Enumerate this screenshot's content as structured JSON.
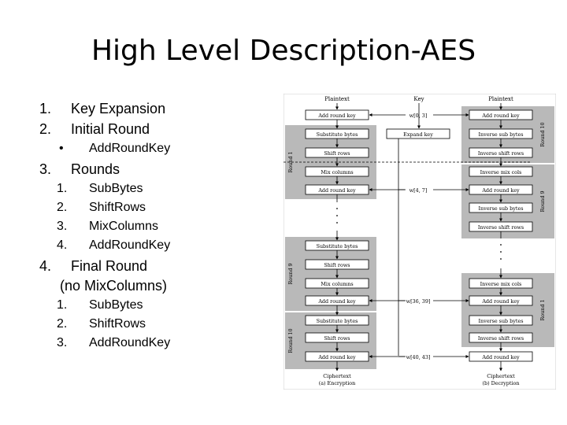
{
  "slide": {
    "title": "High Level Description-AES",
    "outline": [
      {
        "marker": "1.",
        "text": "Key Expansion",
        "level": 1
      },
      {
        "marker": "2.",
        "text": "Initial Round",
        "level": 1
      },
      {
        "marker": "•",
        "text": "AddRoundKey",
        "level": 2
      },
      {
        "marker": "3.",
        "text": "Rounds",
        "level": 1
      },
      {
        "marker": "1.",
        "text": "SubBytes",
        "level": 2
      },
      {
        "marker": "2.",
        "text": "ShiftRows",
        "level": 2
      },
      {
        "marker": "3.",
        "text": "MixColumns",
        "level": 2
      },
      {
        "marker": "4.",
        "text": "AddRoundKey",
        "level": 2
      },
      {
        "marker": "4.",
        "text": "Final Round",
        "level": 1
      },
      {
        "marker": "",
        "text": "(no MixColumns)",
        "level": 1
      },
      {
        "marker": "1.",
        "text": "SubBytes",
        "level": 2
      },
      {
        "marker": "2.",
        "text": "ShiftRows",
        "level": 2
      },
      {
        "marker": "3.",
        "text": "AddRoundKey",
        "level": 2
      }
    ]
  },
  "diagram": {
    "enc_top": "Plaintext",
    "key_top": "Key",
    "dec_top": "Plaintext",
    "enc_bottom": "Ciphertext",
    "dec_bottom": "Ciphertext",
    "enc_caption": "(a) Encryption",
    "dec_caption": "(b) Decryption",
    "expand_key": "Expand key",
    "key_words": [
      "w[0, 3]",
      "w[4, 7]",
      "w[36, 39]",
      "w[40, 43]"
    ],
    "enc_boxes": [
      "Add round key",
      "Substitute bytes",
      "Shift rows",
      "Mix columns",
      "Add round key",
      "Substitute bytes",
      "Shift rows",
      "Mix columns",
      "Add round key",
      "Substitute bytes",
      "Shift rows",
      "Add round key"
    ],
    "dec_boxes": [
      "Add round key",
      "Inverse sub bytes",
      "Inverse shift rows",
      "Inverse mix cols",
      "Add round key",
      "Inverse sub bytes",
      "Inverse shift rows",
      "Inverse mix cols",
      "Add round key",
      "Inverse sub bytes",
      "Inverse shift rows",
      "Add round key"
    ],
    "enc_rounds": [
      "Round 1",
      "Round 9",
      "Round 10"
    ],
    "dec_rounds": [
      "Round 10",
      "Round 9",
      "Round 1"
    ]
  }
}
